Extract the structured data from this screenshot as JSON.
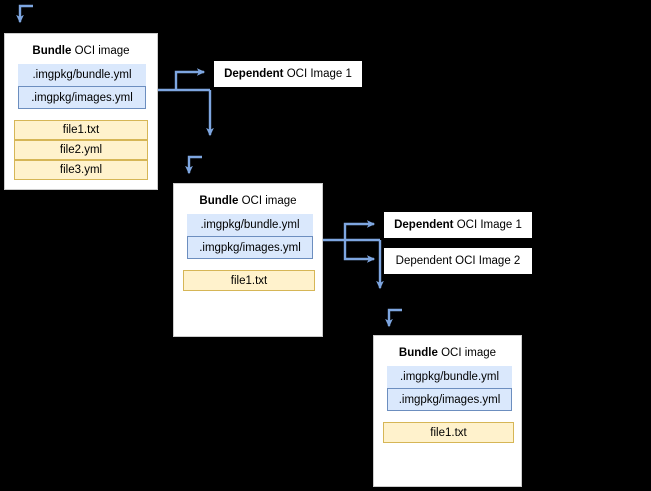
{
  "diagram": {
    "title": "imgpkg bundle nested dependency diagram",
    "colors": {
      "background": "#000000",
      "box_fill": "#FFFFFF",
      "box_border": "#CCCCCC",
      "dep_border": "#000000",
      "blue_fill": "#DAE8FC",
      "blue_border": "#6C8EBF",
      "yellow_fill": "#FFF2CC",
      "yellow_border": "#D6B656",
      "arrow": "#7EA6E0"
    }
  },
  "bundles": [
    {
      "id": "bundle-1",
      "title_bold": "Bundle",
      "title_rest": " OCI image",
      "config_rows": [
        {
          "label": ".imgpkg/bundle.yml",
          "style": "blue-plain"
        },
        {
          "label": ".imgpkg/images.yml",
          "style": "blue-outlined"
        }
      ],
      "file_rows": [
        {
          "label": "file1.txt"
        },
        {
          "label": "file2.yml"
        },
        {
          "label": "file3.yml"
        }
      ]
    },
    {
      "id": "bundle-2",
      "title_bold": "Bundle",
      "title_rest": " OCI image",
      "config_rows": [
        {
          "label": ".imgpkg/bundle.yml",
          "style": "blue-plain"
        },
        {
          "label": ".imgpkg/images.yml",
          "style": "blue-outlined"
        }
      ],
      "file_rows": [
        {
          "label": "file1.txt"
        }
      ]
    },
    {
      "id": "bundle-3",
      "title_bold": "Bundle",
      "title_rest": " OCI image",
      "config_rows": [
        {
          "label": ".imgpkg/bundle.yml",
          "style": "blue-plain"
        },
        {
          "label": ".imgpkg/images.yml",
          "style": "blue-outlined"
        }
      ],
      "file_rows": [
        {
          "label": "file1.txt"
        }
      ]
    }
  ],
  "dependents": [
    {
      "id": "dep-top",
      "bold": "Dependent",
      "rest": " OCI Image 1",
      "emphasized": true
    },
    {
      "id": "dep-mid-1",
      "bold": "Dependent",
      "rest": " OCI Image 1",
      "emphasized": true
    },
    {
      "id": "dep-mid-2",
      "bold": "",
      "rest": "Dependent OCI Image 2",
      "emphasized": false
    }
  ]
}
